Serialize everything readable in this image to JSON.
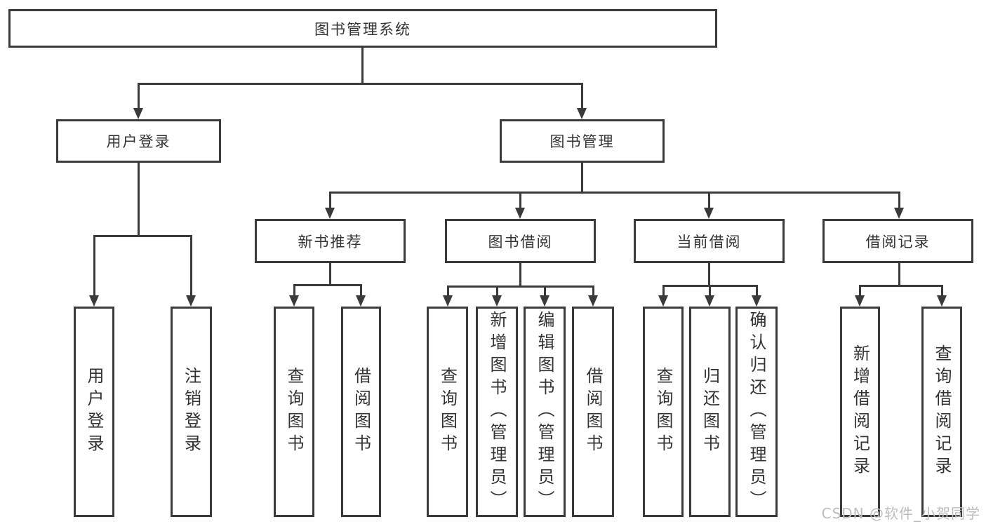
{
  "diagram": {
    "type": "hierarchy",
    "tree": {
      "root": "图书管理系统",
      "children": [
        {
          "label": "用户登录",
          "children": [
            "用户登录",
            "注销登录"
          ]
        },
        {
          "label": "图书管理",
          "children": [
            {
              "label": "新书推荐",
              "children": [
                "查询图书",
                "借阅图书"
              ]
            },
            {
              "label": "图书借阅",
              "children": [
                "查询图书",
                "新增图书（管理员）",
                "编辑图书（管理员）",
                "借阅图书"
              ]
            },
            {
              "label": "当前借阅",
              "children": [
                "查询图书",
                "归还图书",
                "确认归还（管理员）"
              ]
            },
            {
              "label": "借阅记录",
              "children": [
                "新增借阅记录",
                "查询借阅记录"
              ]
            }
          ]
        }
      ]
    }
  },
  "watermark": {
    "text": "CSDN @软件_小贺同学"
  },
  "colors": {
    "line": "#3a3a3a",
    "text": "#333333",
    "background": "#ffffff",
    "watermark": "#bdbdbd"
  }
}
